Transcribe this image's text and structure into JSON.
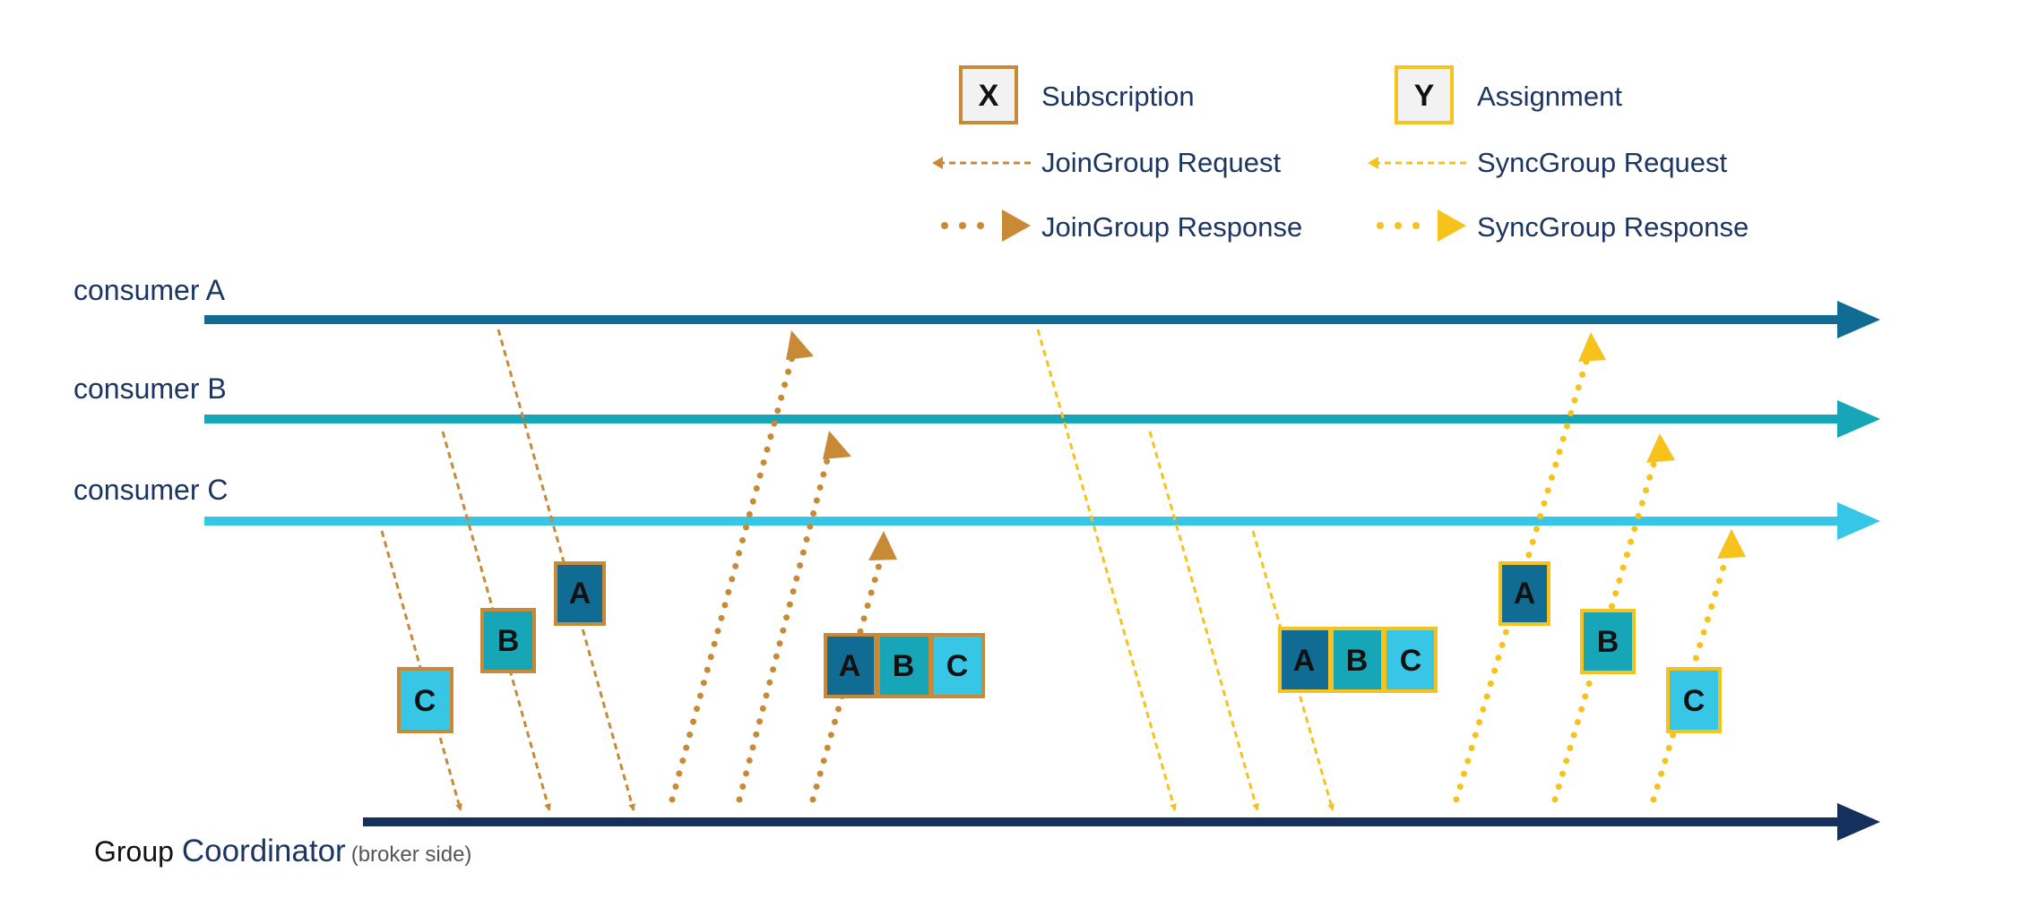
{
  "colors": {
    "consumer_a": "#116c94",
    "consumer_b": "#17a6b8",
    "consumer_c": "#37c6e6",
    "coordinator": "#16305e",
    "join": "#c88a36",
    "sync": "#f6c21b",
    "text": "#1c3561"
  },
  "legend": {
    "subscription": {
      "symbol": "X",
      "label": "Subscription"
    },
    "assignment": {
      "symbol": "Y",
      "label": "Assignment"
    },
    "joingroup_request": "JoinGroup Request",
    "joingroup_response": "JoinGroup Response",
    "syncgroup_request": "SyncGroup Request",
    "syncgroup_response": "SyncGroup Response"
  },
  "timelines": {
    "consumer_a": "consumer A",
    "consumer_b": "consumer B",
    "consumer_c": "consumer C",
    "coordinator_prefix": "Group ",
    "coordinator_main": "Coordinator",
    "coordinator_note": "(broker side)"
  },
  "boxes": {
    "join_a": "A",
    "join_b": "B",
    "join_c": "C",
    "join_group": [
      "A",
      "B",
      "C"
    ],
    "sync_group": [
      "A",
      "B",
      "C"
    ],
    "sync_a": "A",
    "sync_b": "B",
    "sync_c": "C"
  }
}
